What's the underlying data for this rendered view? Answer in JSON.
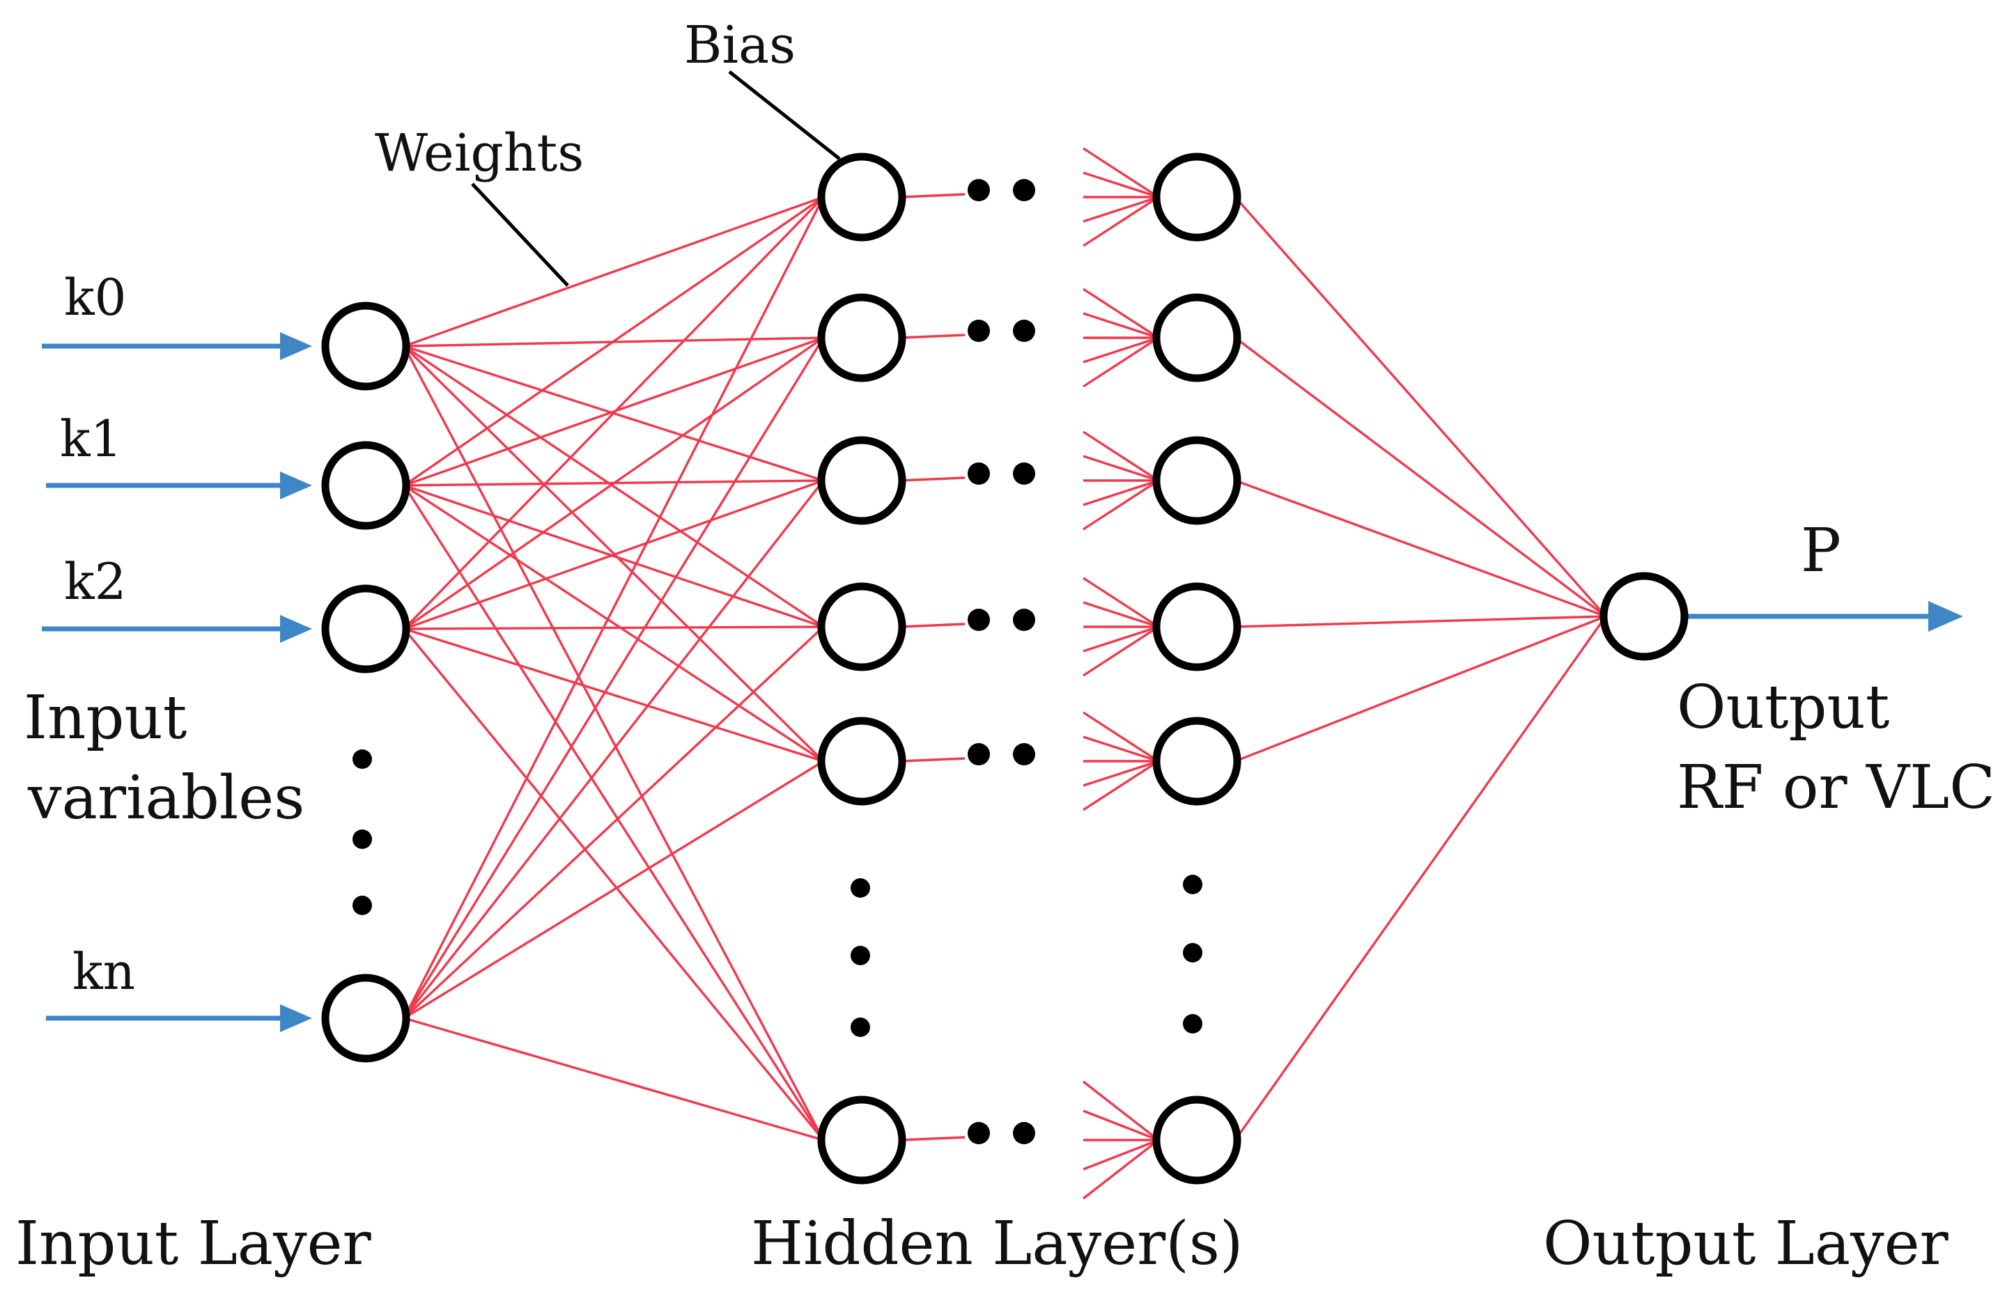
{
  "labels": {
    "bias": "Bias",
    "weights": "Weights",
    "input_vars": [
      "k0",
      "k1",
      "k2",
      "kn"
    ],
    "input_variables_line1": "Input",
    "input_variables_line2": "variables",
    "output_symbol": "P",
    "output_line1": "Output",
    "output_line2": "RF or VLC",
    "input_layer": "Input Layer",
    "hidden_layers": "Hidden Layer(s)",
    "output_layer": "Output Layer"
  },
  "colors": {
    "connection": "#ef3a4e",
    "arrow": "#3f86c6",
    "neuron_stroke": "#000000"
  }
}
